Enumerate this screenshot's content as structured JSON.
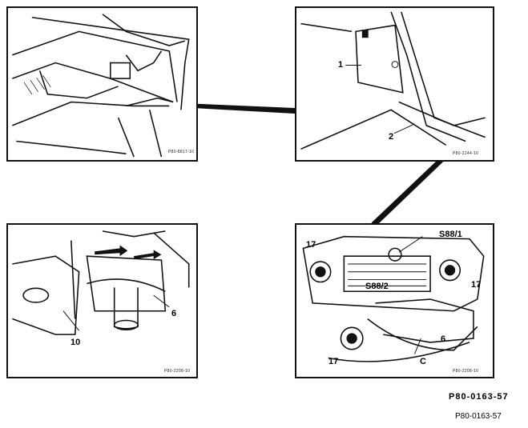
{
  "panels": {
    "trunk": {
      "code": "P80-8817-10"
    },
    "side_trim": {
      "code": "P80-2244-10",
      "labels": [
        "1",
        "2"
      ]
    },
    "closeup": {
      "code": "P80-2208-10",
      "labels": [
        "10",
        "6"
      ]
    },
    "connector": {
      "code": "P80-2208-10",
      "labels": [
        "S88/1",
        "17",
        "S88/2",
        "17",
        "6",
        "17",
        "C"
      ]
    }
  },
  "figure_code": "P80-0163-57",
  "footer_code": "P80-0163-57"
}
